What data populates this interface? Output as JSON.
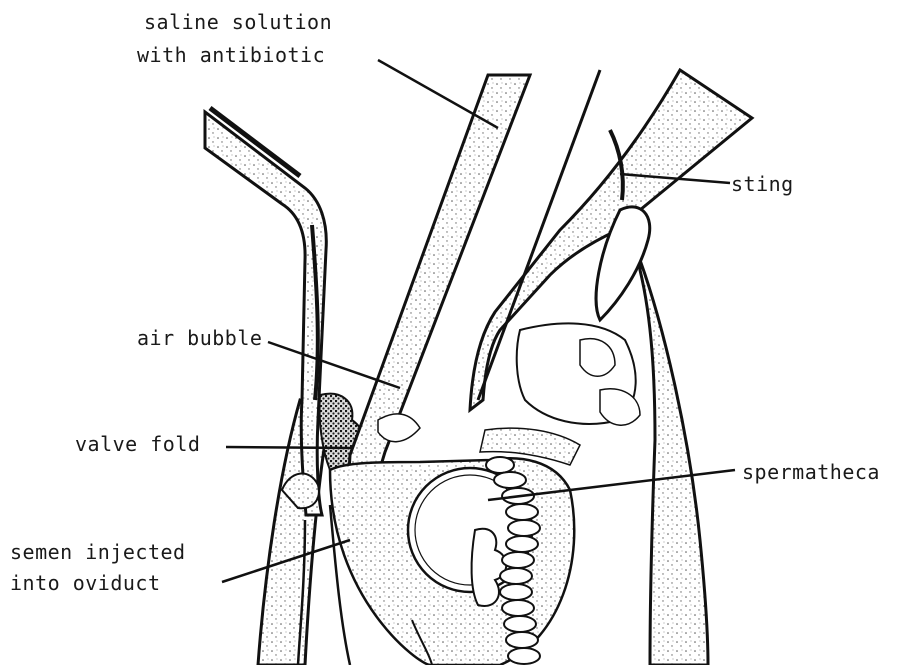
{
  "diagram": {
    "labels": {
      "saline_line1": "saline solution",
      "saline_line2": "with antibiotic",
      "sting": "sting",
      "air_bubble": "air bubble",
      "valve_fold": "valve fold",
      "spermatheca": "spermatheca",
      "semen_line1": "semen injected",
      "semen_line2": "into oviduct"
    },
    "colors": {
      "ink": "#111111",
      "stipple": "#555555",
      "paper": "#ffffff"
    }
  }
}
